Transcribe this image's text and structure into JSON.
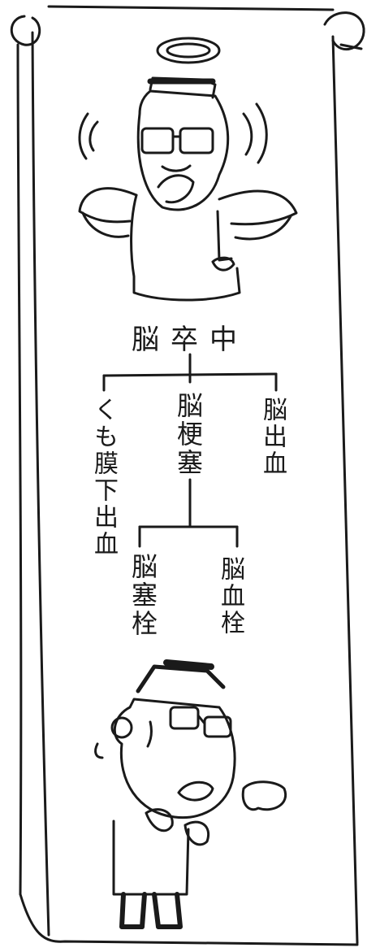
{
  "diagram": {
    "root": "脳卒中",
    "children": [
      {
        "label": "くも膜下出血"
      },
      {
        "label": "脳梗塞",
        "children": [
          {
            "label": "脳塞栓"
          },
          {
            "label": "脳血栓"
          }
        ]
      },
      {
        "label": "脳出血"
      }
    ]
  },
  "illustration": {
    "top_figure": "angel-doctor",
    "bottom_figure": "panicked-doctor",
    "ink_color": "#1a1a1a",
    "paper_color": "#ffffff"
  }
}
